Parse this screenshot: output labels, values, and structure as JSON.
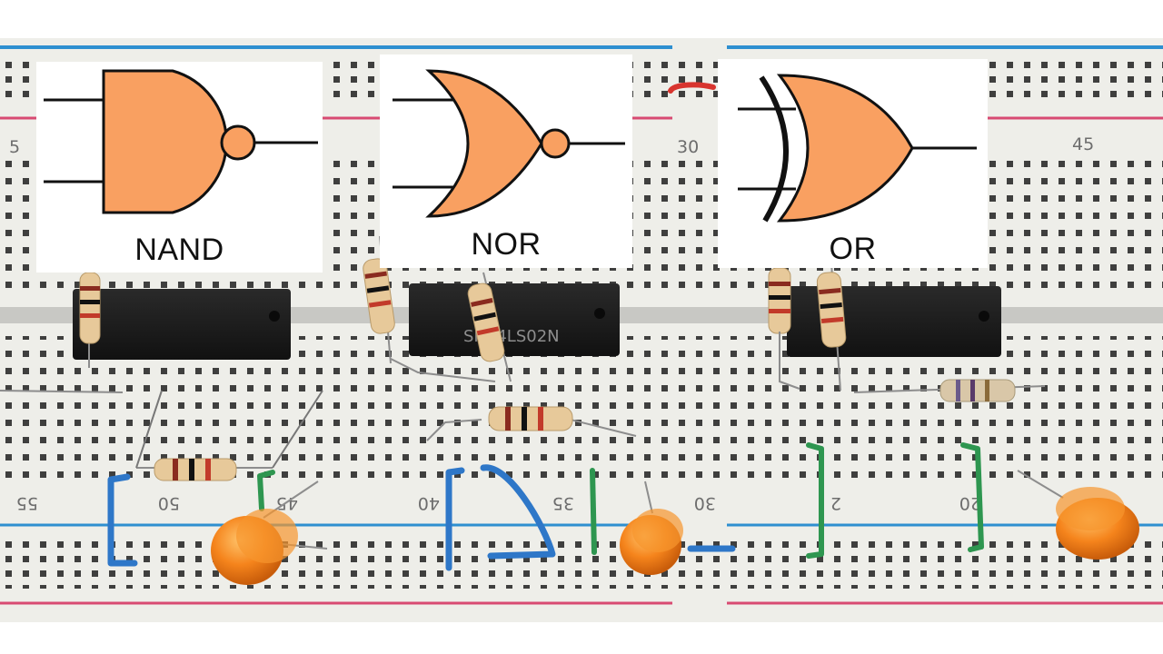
{
  "gates": [
    {
      "name": "NAND",
      "fill": "#F9A061"
    },
    {
      "name": "NOR",
      "fill": "#F9A061"
    },
    {
      "name": "OR",
      "fill": "#F9A061"
    }
  ],
  "breadboard": {
    "top_numbers": [
      "5",
      "30",
      "45"
    ],
    "bottom_numbers": [
      "55",
      "50",
      "45",
      "40",
      "35",
      "30",
      "2",
      "20"
    ],
    "chip_markings": [
      "SN74LS02N"
    ],
    "colors": {
      "board": "#EEEEE9",
      "rail_blue": "#2E8FD0",
      "rail_red": "#D84A72",
      "chip": "#1B1B1B",
      "led": "#F5841C",
      "wire_blue": "#2E77C8",
      "wire_green": "#2E9650",
      "wire_red": "#D8342E"
    }
  }
}
